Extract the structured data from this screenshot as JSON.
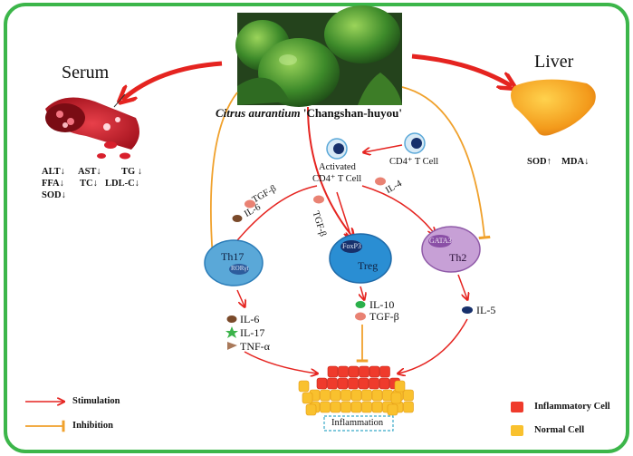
{
  "title": {
    "species": "Citrus aurantium",
    "variety": "'Changshan-huyou'"
  },
  "serum": {
    "heading": "Serum",
    "markers": [
      "ALT↓",
      "AST↓",
      "TG ↓",
      "FFA↓",
      "TC↓",
      "LDL-C↓",
      "SOD↓"
    ]
  },
  "liver": {
    "heading": "Liver",
    "markers": [
      "SOD↑",
      "MDA↓"
    ]
  },
  "cells": {
    "cd4": "CD4⁺ T Cell",
    "activated_line1": "Activated",
    "activated_line2": "CD4⁺ T Cell",
    "th17": "Th17",
    "rorgt": "RORγt",
    "treg": "Treg",
    "foxp3": "FoxP3",
    "th2": "Th2",
    "gata3": "GATA3"
  },
  "signals": {
    "tgfb_left": "TGF-β",
    "il6_left": "IL-6",
    "tgfb_center": "TGF-β",
    "il4": "IL-4"
  },
  "outputs": {
    "th17": [
      "IL-6",
      "IL-17",
      "TNF-α"
    ],
    "treg": [
      "IL-10",
      "TGF-β"
    ],
    "th2": [
      "IL-5"
    ]
  },
  "inflammation_label": "Inflammation",
  "legend": {
    "stimulation": "Stimulation",
    "inhibition": "Inhibition",
    "inflammatory_cell": "Inflammatory Cell",
    "normal_cell": "Normal Cell"
  },
  "colors": {
    "border": "#3cb64a",
    "stimulation": "#e52420",
    "inhibition": "#f0a12c",
    "th17": "#5aa8d8",
    "treg": "#2a8ed3",
    "th2": "#b476c6",
    "inflammatory": "#ef3b2c",
    "normal": "#f9c12e"
  }
}
